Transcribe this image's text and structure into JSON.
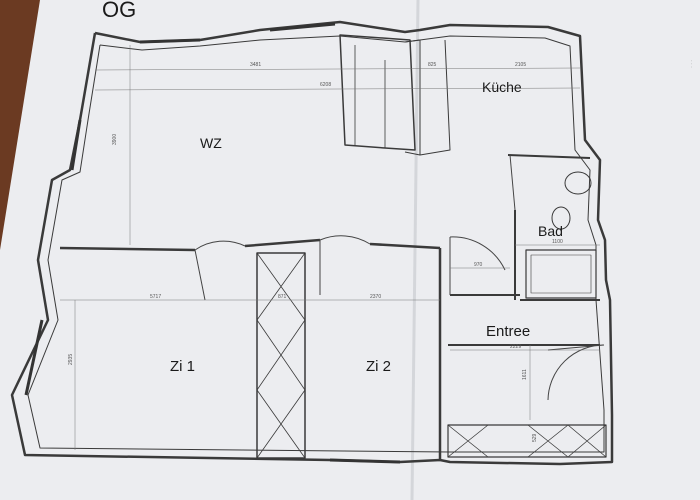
{
  "header": {
    "floor_label": "OG"
  },
  "rooms": {
    "wz": "WZ",
    "kueche": "Küche",
    "bad": "Bad",
    "zi1": "Zi 1",
    "zi2": "Zi 2",
    "entree": "Entree"
  },
  "dimensions": {
    "top_inner": "3481",
    "top_outer": "6208",
    "kitchen_top": "825",
    "kitchen_width": "2105",
    "wz_height": "3900",
    "zi_width": "5717",
    "stair_width": "871",
    "zi2_width": "2370",
    "door_width": "970",
    "bad_width": "1100",
    "entree_width": "2229",
    "entree_height": "1611",
    "zi_height": "2935",
    "closet_depth": "529"
  },
  "colors": {
    "paper": "#ecedf0",
    "wood": "#6b3a22",
    "wall": "#3a3a3a",
    "thin_line": "#777777"
  }
}
